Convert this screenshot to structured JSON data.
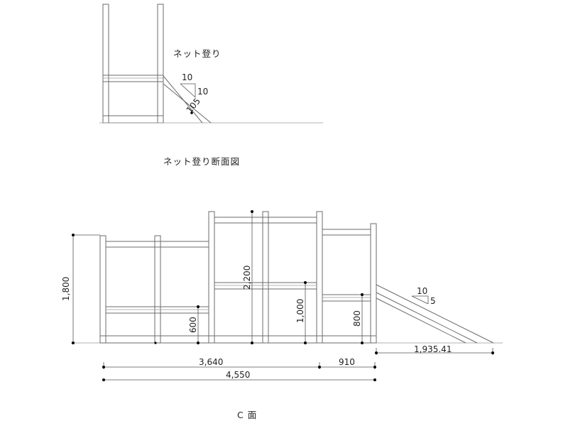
{
  "top_section": {
    "label": "ネット登り",
    "slope_run": "10",
    "slope_rise": "10",
    "member_size": "105",
    "caption": "ネット登り断面図"
  },
  "bottom_section": {
    "heights": {
      "overall": "1,800",
      "tower": "2,200",
      "left_deck": "600",
      "middle_deck": "1,000",
      "right_deck": "800"
    },
    "widths": {
      "main": "3,640",
      "right_bay": "910",
      "total": "4,550",
      "slide_run": "1,935.41"
    },
    "slide_slope_run": "10",
    "slide_slope_rise": "5",
    "caption": "C 面"
  },
  "colors": {
    "line": "#6b6b6b",
    "dimension": "#555555",
    "text": "#222222"
  }
}
